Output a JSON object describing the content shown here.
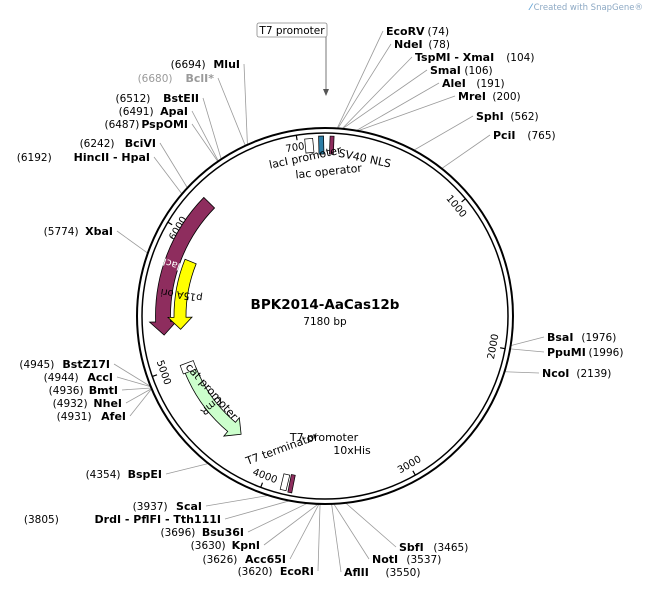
{
  "watermark": {
    "prefix": "Created with ",
    "brand": "SnapGene®"
  },
  "plasmid": {
    "name": "BPK2014-AaCas12b",
    "length_label": "7180 bp",
    "length": 7180
  },
  "colors": {
    "lacI": "#8e2d5e",
    "p15A_ori": "#ffff00",
    "CmR": "#ccffcc",
    "lac_operator": "#2c7ea6",
    "SV40_NLS": "#8e2d5e",
    "tag_10xHis": "#8e2d5e",
    "backbone": "#000000",
    "leader": "#9a9a9a"
  },
  "ticks": [
    {
      "label": "1000",
      "pos": 1000
    },
    {
      "label": "2000",
      "pos": 2000
    },
    {
      "label": "3000",
      "pos": 3000
    },
    {
      "label": "4000",
      "pos": 4000
    },
    {
      "label": "5000",
      "pos": 5000
    },
    {
      "label": "6000",
      "pos": 6000
    },
    {
      "label": "7000",
      "pos": 7000
    }
  ],
  "features": [
    {
      "name": "lacI",
      "start": 5250,
      "end": 6270,
      "strand": "-",
      "ring": "outer",
      "color": "#8e2d5e",
      "text_color": "#ffffff"
    },
    {
      "name": "p15A ori",
      "start": 5280,
      "end": 5825,
      "strand": "-",
      "ring": "inner",
      "color": "#ffff00",
      "text_color": "#000000"
    },
    {
      "name": "CmR",
      "start": 4295,
      "end": 4955,
      "strand": "-",
      "ring": "inner",
      "color": "#ccffcc",
      "text_color": "#000000"
    }
  ],
  "small_features": [
    {
      "name": "lacI promoter",
      "pos": 7075,
      "strand": "+",
      "color": "#ffffff"
    },
    {
      "name": "lac operator",
      "pos": 7155,
      "color": "#2c7ea6"
    },
    {
      "name": "SV40 NLS",
      "pos": 45,
      "color": "#8e2d5e"
    },
    {
      "name": "cat promoter",
      "pos": 4975,
      "strand": "+",
      "color": "#ffffff"
    },
    {
      "name": "T7 promoter",
      "pos": 3860,
      "strand": "+",
      "color": "#ffffff"
    },
    {
      "name": "10xHis",
      "pos": 3815,
      "color": "#8e2d5e"
    }
  ],
  "feature_labels": [
    {
      "text": "lacI promoter",
      "anchor": "lacI promoter"
    },
    {
      "text": "lac operator",
      "anchor": "lac operator"
    },
    {
      "text": "SV40 NLS",
      "anchor": "SV40 NLS"
    },
    {
      "text": "cat promoter",
      "anchor": "cat promoter"
    },
    {
      "text": "T7 terminator",
      "anchor": "T7 terminator"
    },
    {
      "text": "T7 promoter",
      "anchor": "T7 promoter"
    },
    {
      "text": "10xHis",
      "anchor": "10xHis"
    }
  ],
  "t7_promoter_callout": "T7 promoter",
  "sites": [
    {
      "name": "EcoRV",
      "pos": 74,
      "side": "right"
    },
    {
      "name": "NdeI",
      "pos": 78,
      "side": "right"
    },
    {
      "name": "TspMI - XmaI",
      "pos": 104,
      "side": "right"
    },
    {
      "name": "SmaI",
      "pos": 106,
      "side": "right"
    },
    {
      "name": "AleI",
      "pos": 191,
      "side": "right"
    },
    {
      "name": "MreI",
      "pos": 200,
      "side": "right"
    },
    {
      "name": "SphI",
      "pos": 562,
      "side": "right"
    },
    {
      "name": "PciI",
      "pos": 765,
      "side": "right"
    },
    {
      "name": "BsaI",
      "pos": 1976,
      "side": "right"
    },
    {
      "name": "PpuMI",
      "pos": 1996,
      "side": "right"
    },
    {
      "name": "NcoI",
      "pos": 2139,
      "side": "right"
    },
    {
      "name": "SbfI",
      "pos": 3465,
      "side": "right"
    },
    {
      "name": "NotI",
      "pos": 3537,
      "side": "right"
    },
    {
      "name": "AflII",
      "pos": 3550,
      "side": "right"
    },
    {
      "name": "EcoRI",
      "pos": 3620,
      "side": "left"
    },
    {
      "name": "Acc65I",
      "pos": 3626,
      "side": "left"
    },
    {
      "name": "KpnI",
      "pos": 3630,
      "side": "left"
    },
    {
      "name": "Bsu36I",
      "pos": 3696,
      "side": "left"
    },
    {
      "name": "DrdI - PflFI - Tth111I",
      "pos": 3805,
      "side": "left"
    },
    {
      "name": "ScaI",
      "pos": 3937,
      "side": "left"
    },
    {
      "name": "BspEI",
      "pos": 4354,
      "side": "left"
    },
    {
      "name": "AfeI",
      "pos": 4931,
      "side": "left"
    },
    {
      "name": "NheI",
      "pos": 4932,
      "side": "left"
    },
    {
      "name": "BmtI",
      "pos": 4936,
      "side": "left"
    },
    {
      "name": "AccI",
      "pos": 4944,
      "side": "left"
    },
    {
      "name": "BstZ17I",
      "pos": 4945,
      "side": "left"
    },
    {
      "name": "XbaI",
      "pos": 5774,
      "side": "left"
    },
    {
      "name": "HincII - HpaI",
      "pos": 6192,
      "side": "left"
    },
    {
      "name": "BciVI",
      "pos": 6242,
      "side": "left"
    },
    {
      "name": "PspOMI",
      "pos": 6487,
      "side": "left"
    },
    {
      "name": "ApaI",
      "pos": 6491,
      "side": "left"
    },
    {
      "name": "BstEII",
      "pos": 6512,
      "side": "left"
    },
    {
      "name": "BclI*",
      "pos": 6680,
      "side": "left",
      "muted": true
    },
    {
      "name": "MluI",
      "pos": 6694,
      "side": "left"
    }
  ]
}
